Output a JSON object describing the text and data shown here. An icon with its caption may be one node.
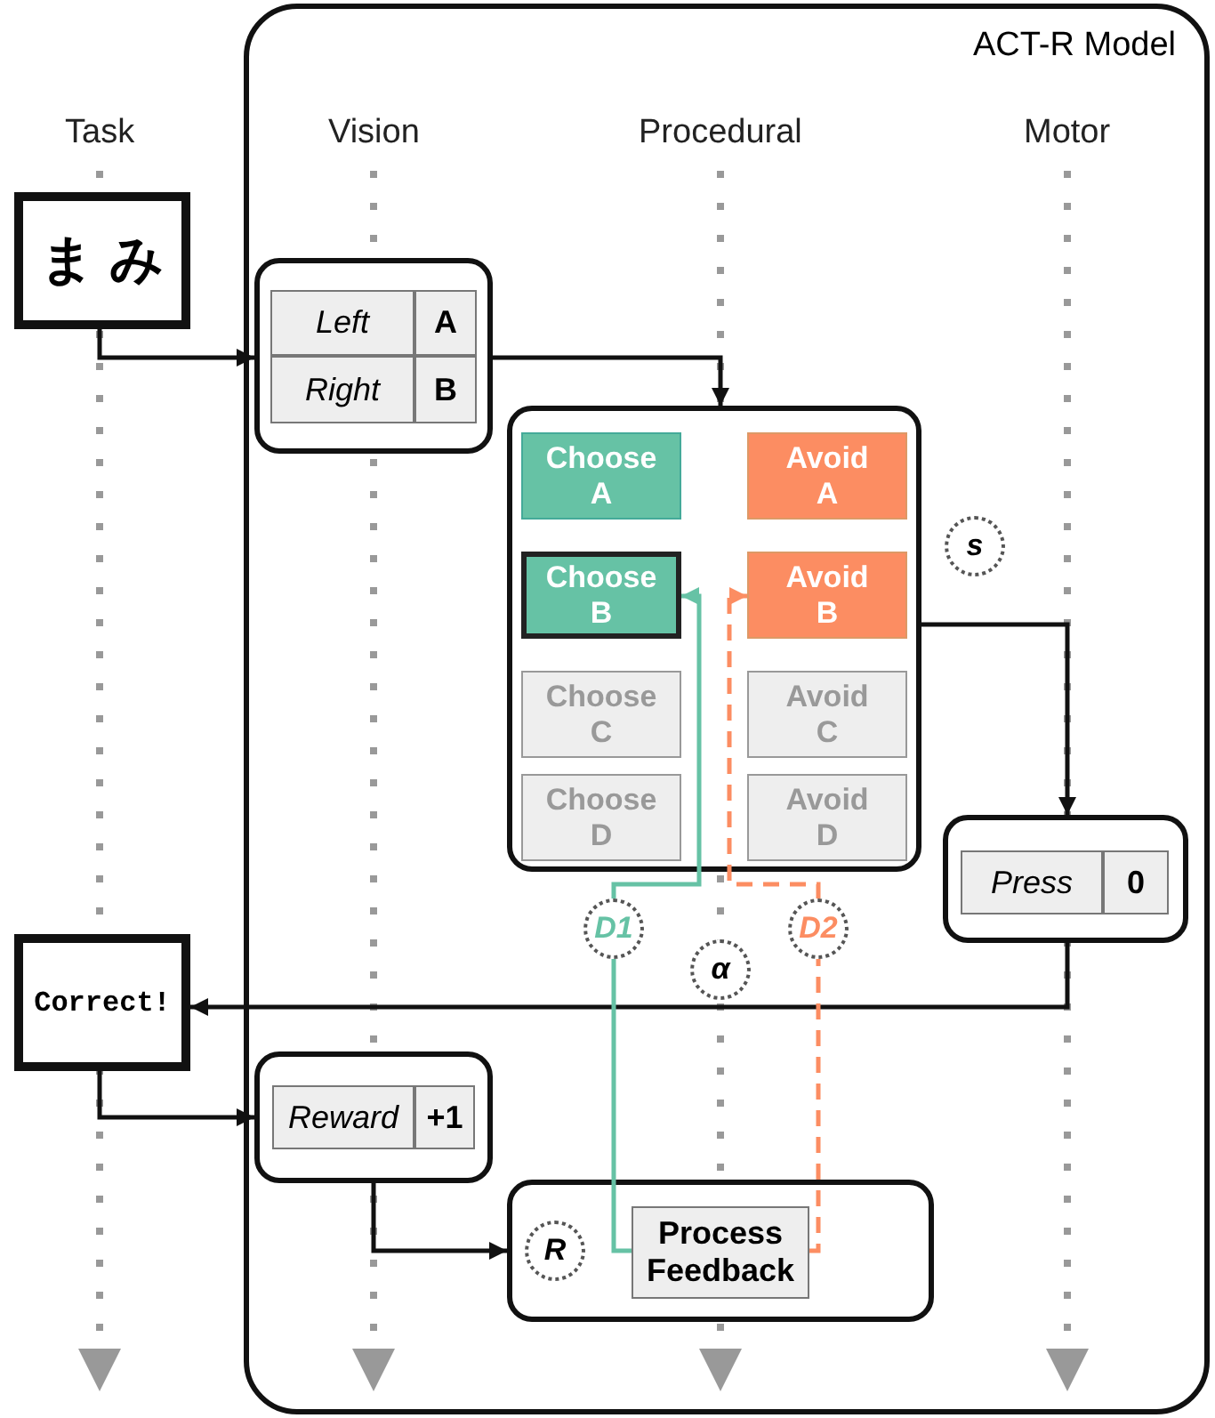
{
  "diagram": {
    "nodes": [
      {
        "text": [
          "ACT-R Model"
        ]
      },
      {
        "text": [
          "ま み"
        ]
      },
      {
        "text": [],
        "shape": "box",
        "in": 0
      },
      {
        "text": [
          "Left"
        ],
        "in": 2
      },
      {
        "text": [
          "A"
        ],
        "in": 2
      },
      {
        "text": [
          "Right"
        ],
        "in": 2
      },
      {
        "text": [
          "B"
        ],
        "in": 2
      },
      {
        "text": [],
        "shape": "box",
        "in": 0
      },
      {
        "text": [
          "Choose A"
        ],
        "in": 7
      },
      {
        "text": [
          "Avoid A"
        ],
        "in": 7
      },
      {
        "text": [
          "Choose B"
        ],
        "in": 7
      },
      {
        "text": [
          "Avoid B"
        ],
        "in": 7
      },
      {
        "text": [
          "Choose C"
        ],
        "in": 7
      },
      {
        "text": [
          "Avoid C"
        ],
        "in": 7
      },
      {
        "text": [
          "Choose D"
        ],
        "in": 7
      },
      {
        "text": [
          "Avoid D"
        ],
        "in": 7
      },
      {
        "text": [
          "s"
        ],
        "in": 0
      },
      {
        "text": [
          "α"
        ],
        "in": 0
      },
      {
        "text": [
          "D1"
        ],
        "in": 0
      },
      {
        "text": [
          "D2"
        ],
        "in": 0
      },
      {
        "text": [],
        "shape": "box",
        "in": 0
      },
      {
        "text": [
          "Press"
        ],
        "in": 20
      },
      {
        "text": [
          "0"
        ],
        "in": 20
      },
      {
        "text": [
          "Correct!"
        ]
      },
      {
        "text": [],
        "shape": "box",
        "in": 0
      },
      {
        "text": [
          "Reward"
        ],
        "in": 24
      },
      {
        "text": [
          "+1"
        ],
        "in": 24
      },
      {
        "text": [],
        "shape": "box",
        "in": 0
      },
      {
        "text": [
          "R"
        ],
        "in": 27
      },
      {
        "text": [
          "Process Feedback"
        ],
        "in": 27
      }
    ],
    "edges": [
      {
        "from": 1,
        "to": 2,
        "arrow": "to"
      },
      {
        "from": 2,
        "to": 7,
        "arrow": "to"
      },
      {
        "from": 7,
        "to": 20,
        "arrow": "to"
      },
      {
        "from": 20,
        "to": 23,
        "arrow": "to"
      },
      {
        "from": 23,
        "to": 24,
        "arrow": "to"
      },
      {
        "from": 24,
        "to": 27,
        "arrow": "to"
      },
      {
        "from": 29,
        "to": 18,
        "arrow": "none",
        "color": "#66c2a5"
      },
      {
        "from": 18,
        "to": 10,
        "arrow": "to",
        "color": "#66c2a5"
      },
      {
        "from": 29,
        "to": 19,
        "arrow": "none",
        "style": "dashed",
        "color": "#fc8d62"
      },
      {
        "from": 19,
        "to": 11,
        "arrow": "to",
        "style": "dashed",
        "color": "#fc8d62"
      }
    ],
    "labels": [
      "Task",
      "Vision",
      "Procedural",
      "Motor"
    ]
  }
}
